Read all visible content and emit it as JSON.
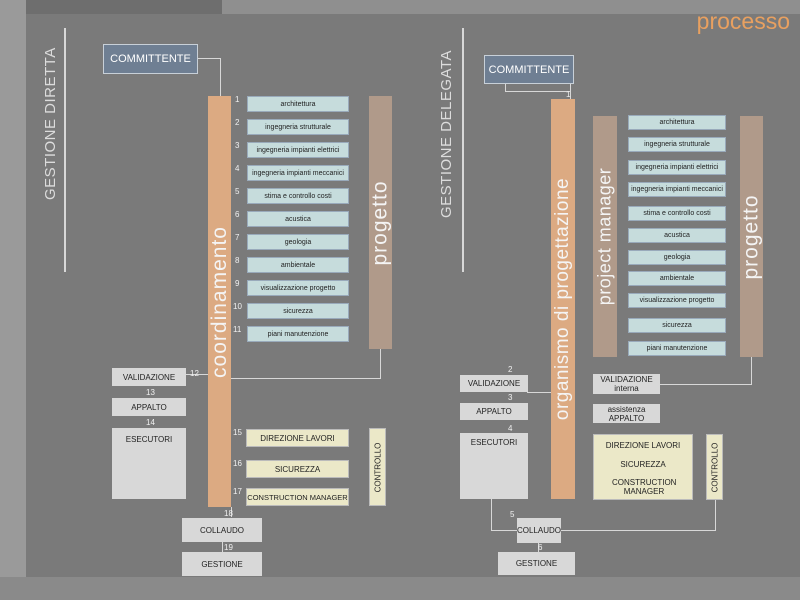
{
  "title": "processo",
  "left": {
    "section_title": "GESTIONE DIRETTA",
    "committente": "COMMITTENTE",
    "coordinamento": "coordinamento",
    "progetto": "progetto",
    "controllo": "CONTROLLO",
    "items": [
      {
        "num": "1",
        "label": "architettura"
      },
      {
        "num": "2",
        "label": "ingegneria strutturale"
      },
      {
        "num": "3",
        "label": "ingegneria impianti elettrici"
      },
      {
        "num": "4",
        "label": "ingegneria impianti meccanici"
      },
      {
        "num": "5",
        "label": "stima e controllo costi"
      },
      {
        "num": "6",
        "label": "acustica"
      },
      {
        "num": "7",
        "label": "geologia"
      },
      {
        "num": "8",
        "label": "ambientale"
      },
      {
        "num": "9",
        "label": "visualizzazione progetto"
      },
      {
        "num": "10",
        "label": "sicurezza"
      },
      {
        "num": "11",
        "label": "piani manutenzione"
      }
    ],
    "validazione": {
      "num": "12",
      "label": "VALIDAZIONE"
    },
    "appalto": {
      "num": "13",
      "label": "APPALTO"
    },
    "esecutori": {
      "num": "14",
      "label": "ESECUTORI"
    },
    "direzione": {
      "num": "15",
      "label": "DIREZIONE LAVORI"
    },
    "sicurezza": {
      "num": "16",
      "label": "SICUREZZA"
    },
    "construction": {
      "num": "17",
      "label": "CONSTRUCTION MANAGER"
    },
    "collaudo": {
      "num": "18",
      "label": "COLLAUDO"
    },
    "gestione": {
      "num": "19",
      "label": "GESTIONE"
    }
  },
  "right": {
    "section_title": "GESTIONE DELEGATA",
    "committente": "COMMITTENTE",
    "organismo": "organismo di progettazione",
    "project_manager": "project manager",
    "progetto": "progetto",
    "controllo": "CONTROLLO",
    "num1": "1",
    "items": [
      "architettura",
      "ingegneria strutturale",
      "ingegneria impianti elettrici",
      "ingegneria impianti meccanici",
      "stima e controllo costi",
      "acustica",
      "geologia",
      "ambientale",
      "visualizzazione progetto",
      "sicurezza",
      "piani manutenzione"
    ],
    "validazione": {
      "num": "2",
      "label": "VALIDAZIONE"
    },
    "validazione_interna": "VALIDAZIONE interna",
    "appalto": {
      "num": "3",
      "label": "APPALTO"
    },
    "assistenza": "assistenza APPALTO",
    "esecutori": {
      "num": "4",
      "label": "ESECUTORI"
    },
    "direzione": "DIREZIONE LAVORI",
    "sicurezza": "SICUREZZA",
    "construction": "CONSTRUCTION MANAGER",
    "collaudo": {
      "num": "5",
      "label": "COLLAUDO"
    },
    "gestione": {
      "num": "6",
      "label": "GESTIONE"
    }
  }
}
